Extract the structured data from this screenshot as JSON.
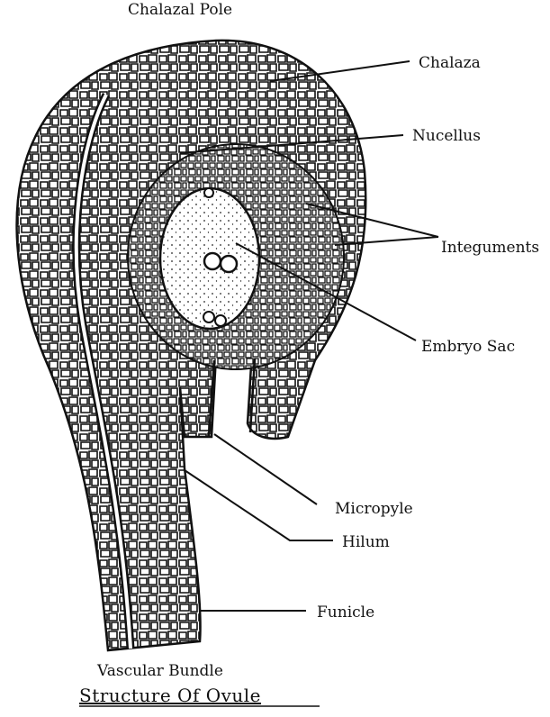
{
  "diagram": {
    "title": "Structure Of Ovule",
    "labels": {
      "chalazal_pole": "Chalazal Pole",
      "chalaza": "Chalaza",
      "nucellus": "Nucellus",
      "integuments": "Integuments",
      "embryo_sac": "Embryo Sac",
      "micropyle": "Micropyle",
      "hilum": "Hilum",
      "funicle": "Funicle",
      "vascular_bundle": "Vascular Bundle"
    }
  }
}
